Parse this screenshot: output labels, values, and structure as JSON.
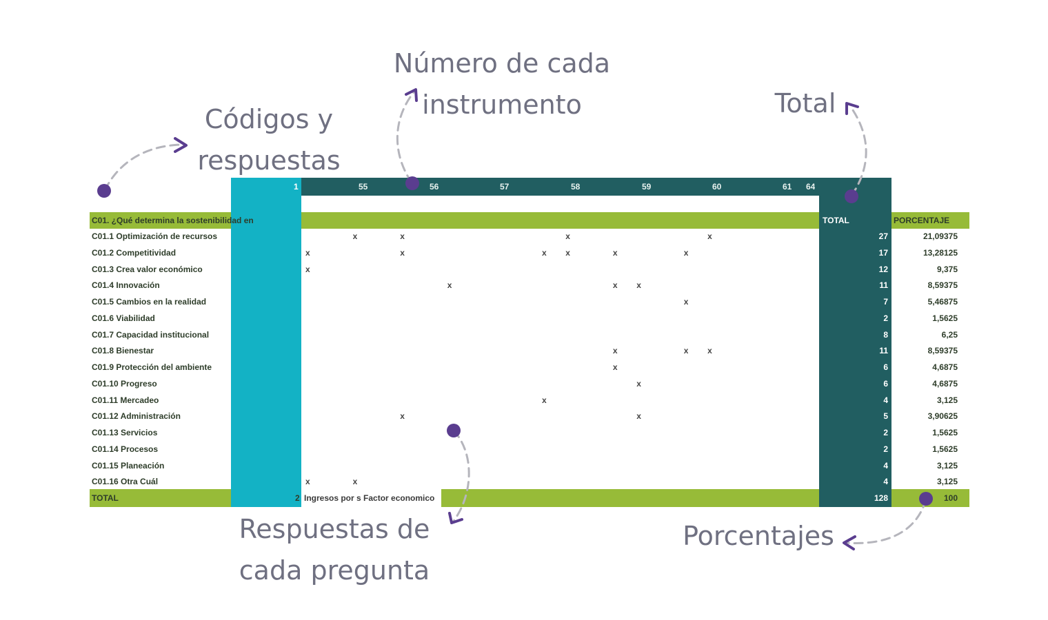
{
  "colors": {
    "cyan": "#13b2c5",
    "dark_teal": "#215e61",
    "lime": "#97bb38",
    "callout_text": "#6f7081",
    "arrow_purple": "#5a3d8f",
    "dash_gray": "#b5b5bc"
  },
  "callouts": {
    "codigos": [
      "Códigos y",
      "respuestas"
    ],
    "numero": [
      "Número de cada",
      "instrumento"
    ],
    "total": [
      "Total"
    ],
    "respuestas": [
      "Respuestas de",
      "cada pregunta"
    ],
    "porcentajes": [
      "Porcentajes"
    ]
  },
  "sheet": {
    "first_col_header": "1",
    "instrument_numbers": [
      "55",
      "56",
      "57",
      "58",
      "59",
      "60",
      "61",
      "64"
    ],
    "question_header": "C01. ¿Qué determina la sostenibilidad en",
    "total_header": "TOTAL",
    "percent_header": "PORCENTAJE",
    "rows": [
      {
        "label": "C01.1 Optimización de recursos",
        "total": "27",
        "percent": "21,09375",
        "marks": [
          3,
          5,
          12,
          18
        ]
      },
      {
        "label": "C01.2 Competitividad",
        "total": "17",
        "percent": "13,28125",
        "marks": [
          1,
          5,
          11,
          12,
          14,
          17
        ]
      },
      {
        "label": "C01.3 Crea valor económico",
        "total": "12",
        "percent": "9,375",
        "marks": [
          1
        ]
      },
      {
        "label": "C01.4 Innovación",
        "total": "11",
        "percent": "8,59375",
        "marks": [
          7,
          14,
          15
        ]
      },
      {
        "label": "C01.5 Cambios en la realidad",
        "total": "7",
        "percent": "5,46875",
        "marks": [
          17
        ]
      },
      {
        "label": "C01.6 Viabilidad",
        "total": "2",
        "percent": "1,5625",
        "marks": []
      },
      {
        "label": "C01.7 Capacidad institucional",
        "total": "8",
        "percent": "6,25",
        "marks": []
      },
      {
        "label": "C01.8 Bienestar",
        "total": "11",
        "percent": "8,59375",
        "marks": [
          14,
          17,
          18
        ]
      },
      {
        "label": "C01.9 Protección del ambiente",
        "total": "6",
        "percent": "4,6875",
        "marks": [
          14
        ]
      },
      {
        "label": "C01.10 Progreso",
        "total": "6",
        "percent": "4,6875",
        "marks": [
          15
        ]
      },
      {
        "label": "C01.11 Mercadeo",
        "total": "4",
        "percent": "3,125",
        "marks": [
          11
        ]
      },
      {
        "label": "C01.12 Administración",
        "total": "5",
        "percent": "3,90625",
        "marks": [
          5,
          15
        ]
      },
      {
        "label": "C01.13 Servicios",
        "total": "2",
        "percent": "1,5625",
        "marks": []
      },
      {
        "label": "C01.14 Procesos",
        "total": "2",
        "percent": "1,5625",
        "marks": []
      },
      {
        "label": "C01.15 Planeación",
        "total": "4",
        "percent": "3,125",
        "marks": []
      },
      {
        "label": "C01.16 Otra Cuál",
        "total": "4",
        "percent": "3,125",
        "marks": [
          1,
          3
        ]
      }
    ],
    "footer_label": "TOTAL",
    "footer_first": "2",
    "sheet_tab": "Ingresos por s Factor economico",
    "footer_total": "128",
    "footer_percent": "100"
  }
}
